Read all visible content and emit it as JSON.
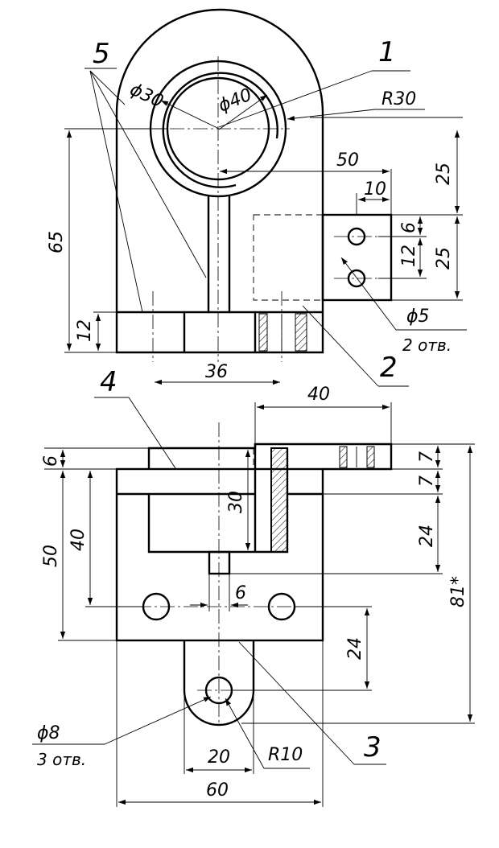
{
  "top_view": {
    "dims": {
      "d30": "ϕ30",
      "d40": "ϕ40",
      "r30": "R30",
      "d50": "50",
      "d25a": "25",
      "d10": "10",
      "d6": "6",
      "d12": "12",
      "d25b": "25",
      "d65": "65",
      "d12b": "12",
      "d36": "36"
    },
    "callouts": {
      "c5": "5",
      "c1": "1",
      "c2": "2"
    },
    "hole_note": {
      "size": "ϕ5",
      "count": "2 отв."
    }
  },
  "front_view": {
    "dims": {
      "d40": "40",
      "d6": "6",
      "d7a": "7",
      "d7b": "7",
      "d50": "50",
      "d40b": "40",
      "d30": "30",
      "d24a": "24",
      "d81": "81*",
      "d6b": "6",
      "d24b": "24",
      "d20": "20",
      "r10": "R10",
      "d60": "60"
    },
    "callouts": {
      "c4": "4",
      "c3": "3"
    },
    "hole_note": {
      "size": "ϕ8",
      "count": "3 отв."
    }
  }
}
